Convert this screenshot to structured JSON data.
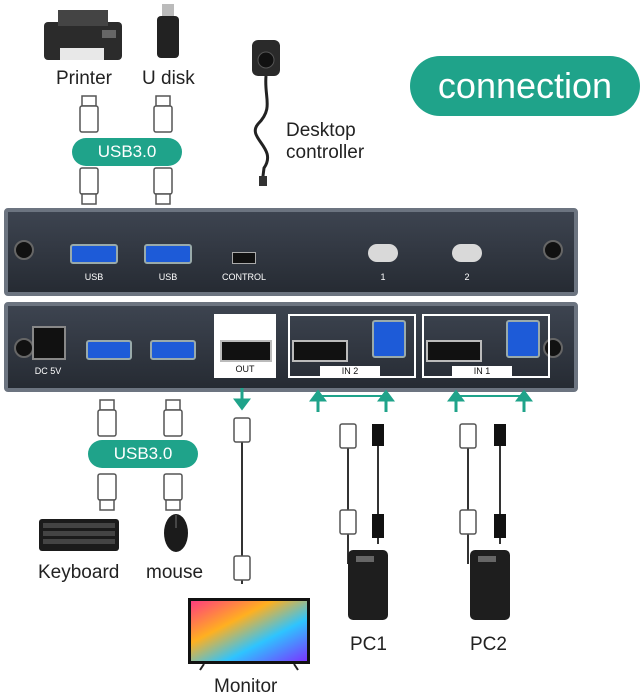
{
  "title": "connection",
  "devices_top": {
    "printer": "Printer",
    "udisk": "U disk",
    "controller": "Desktop controller"
  },
  "hub_top_label": "USB3.0",
  "hub_bottom_label": "USB3.0",
  "front_panel": {
    "usb1": "USB",
    "usb2": "USB",
    "control": "CONTROL",
    "led1": "1",
    "led2": "2"
  },
  "back_panel": {
    "power": "DC 5V",
    "out": "OUT",
    "in2": "IN 2",
    "in1": "IN 1"
  },
  "devices_bottom": {
    "keyboard": "Keyboard",
    "mouse": "mouse",
    "monitor": "Monitor",
    "pc1": "PC1",
    "pc2": "PC2"
  },
  "colors": {
    "accent": "#1fa38a",
    "usb_blue": "#1d5bd8"
  }
}
